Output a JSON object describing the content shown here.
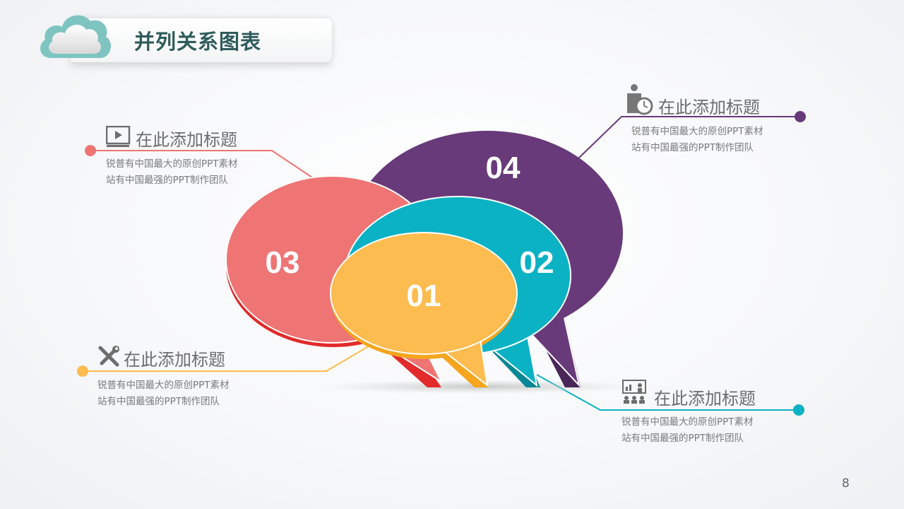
{
  "header": {
    "title": "并列关系图表",
    "icon": "cloud-icon"
  },
  "diagram": {
    "bubbles": [
      {
        "number": "01",
        "color": "#fdbc4f",
        "shadow": "#f5a51e"
      },
      {
        "number": "02",
        "color": "#0ab2c4",
        "shadow": "#0a8795"
      },
      {
        "number": "03",
        "color": "#ef7474",
        "shadow": "#e32a2a"
      },
      {
        "number": "04",
        "color": "#683a7a",
        "shadow": "#4a2558"
      }
    ]
  },
  "items": [
    {
      "id": "top-left",
      "icon": "video-play-icon",
      "title": "在此添加标题",
      "desc_line1": "锐普有中国最大的原创PPT素材",
      "desc_line2": "站有中国最强的PPT制作团队",
      "color": "#ef7474"
    },
    {
      "id": "top-right",
      "icon": "businessman-clock-icon",
      "title": "在此添加标题",
      "desc_line1": "锐普有中国最大的原创PPT素材",
      "desc_line2": "站有中国最强的PPT制作团队",
      "color": "#683a7a"
    },
    {
      "id": "bottom-left",
      "icon": "tools-icon",
      "title": "在此添加标题",
      "desc_line1": "锐普有中国最大的原创PPT素材",
      "desc_line2": "站有中国最强的PPT制作团队",
      "color": "#fdbc4f"
    },
    {
      "id": "bottom-right",
      "icon": "presentation-icon",
      "title": "在此添加标题",
      "desc_line1": "锐普有中国最大的原创PPT素材",
      "desc_line2": "站有中国最强的PPT制作团队",
      "color": "#0ab2c4"
    }
  ],
  "footer": {
    "page_number": "8"
  }
}
